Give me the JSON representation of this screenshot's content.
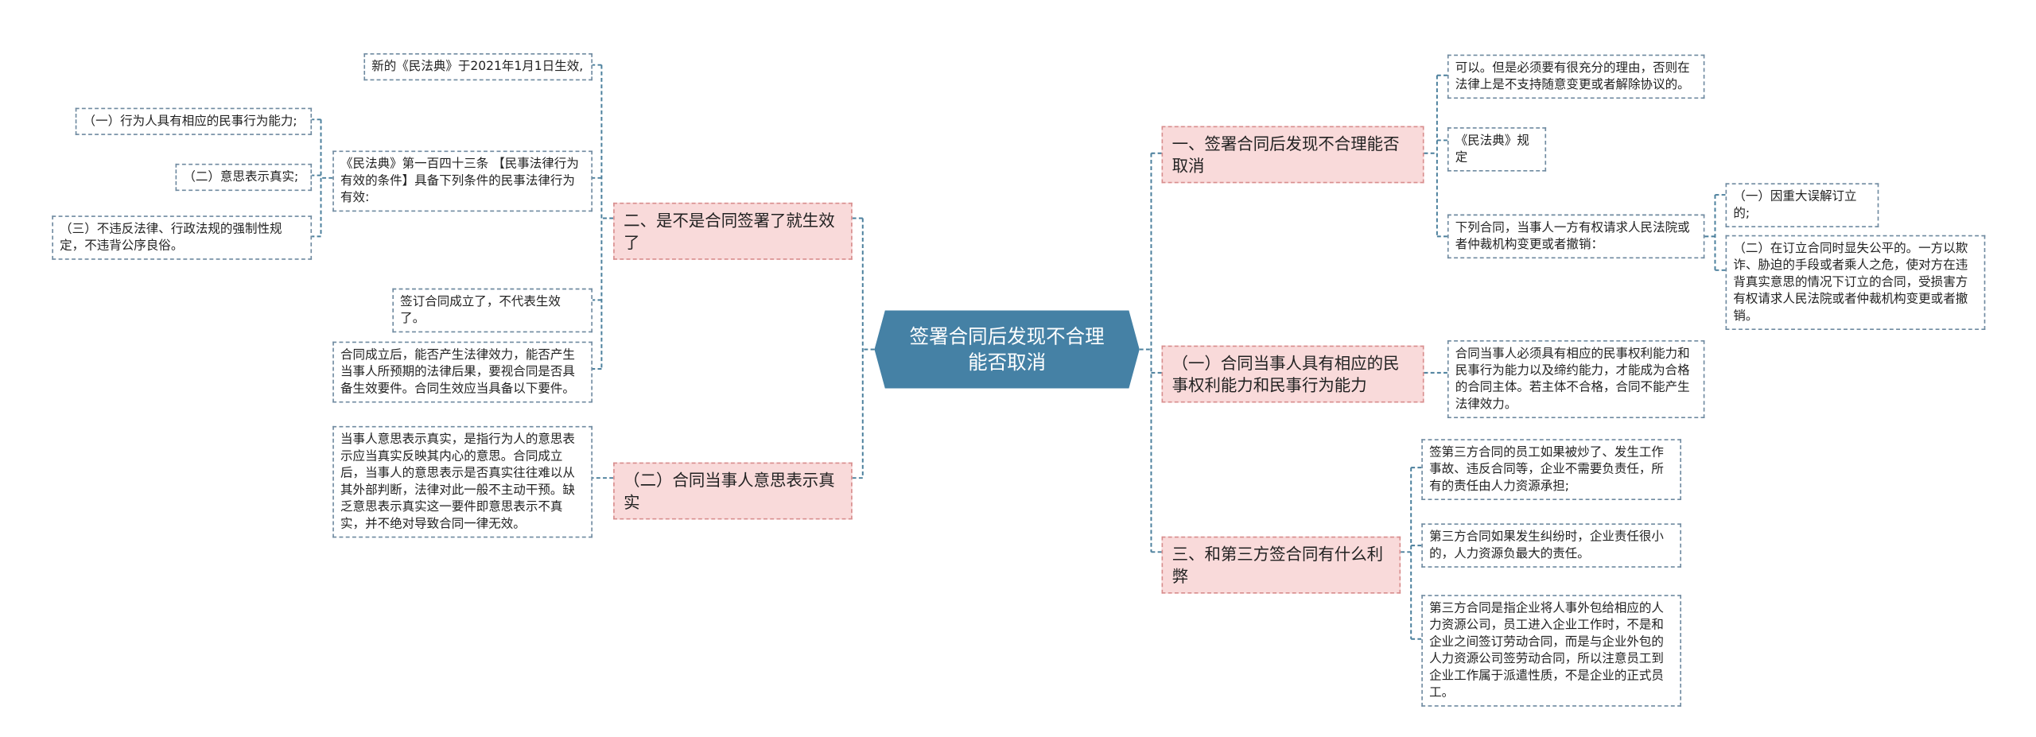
{
  "colors": {
    "root_bg": "#4581a5",
    "branch_bg": "#f9dada",
    "branch_border": "#d88d8d",
    "leaf_border": "#6f8aa0",
    "line": "#4a7f9c"
  },
  "root": {
    "label": "签署合同后发现不合理能否取消"
  },
  "branches": {
    "b1": {
      "label": "一、签署合同后发现不合理能否取消"
    },
    "b2": {
      "label": "（一）合同当事人具有相应的民事权利能力和民事行为能力"
    },
    "b3": {
      "label": "三、和第三方签合同有什么利弊"
    },
    "b4": {
      "label": "二、是不是合同签署了就生效了"
    },
    "b5": {
      "label": "（二）合同当事人意思表示真实"
    }
  },
  "leaves": {
    "r1": "可以。但是必须要有很充分的理由，否则在法律上是不支持随意变更或者解除协议的。",
    "r2": "《民法典》规定",
    "r3": "下列合同，当事人一方有权请求人民法院或者仲裁机构变更或者撤销：",
    "r3a": "（一）因重大误解订立的;",
    "r3b": "（二）在订立合同时显失公平的。一方以欺诈、胁迫的手段或者乘人之危，使对方在违背真实意思的情况下订立的合同，受损害方有权请求人民法院或者仲裁机构变更或者撤销。",
    "r4": "合同当事人必须具有相应的民事权利能力和民事行为能力以及缔约能力，才能成为合格的合同主体。若主体不合格，合同不能产生法律效力。",
    "r5": "签第三方合同的员工如果被炒了、发生工作事故、违反合同等，企业不需要负责任，所有的责任由人力资源承担;",
    "r6": "第三方合同如果发生纠纷时，企业责任很小的，人力资源负最大的责任。",
    "r7": "第三方合同是指企业将人事外包给相应的人力资源公司，员工进入企业工作时，不是和企业之间签订劳动合同，而是与企业外包的人力资源公司签劳动合同，所以注意员工到企业工作属于派遣性质，不是企业的正式员工。",
    "l1": "新的《民法典》于2021年1月1日生效,",
    "l2": "《民法典》第一百四十三条 【民事法律行为有效的条件】具备下列条件的民事法律行为有效:",
    "l2a": "（一）行为人具有相应的民事行为能力;",
    "l2b": "（二）意思表示真实;",
    "l2c": "（三）不违反法律、行政法规的强制性规定，不违背公序良俗。",
    "l3": "签订合同成立了，不代表生效了。",
    "l4": "合同成立后，能否产生法律效力，能否产生当事人所预期的法律后果，要视合同是否具备生效要件。合同生效应当具备以下要件。",
    "l5": "当事人意思表示真实，是指行为人的意思表示应当真实反映其内心的意思。合同成立后，当事人的意思表示是否真实往往难以从其外部判断，法律对此一般不主动干预。缺乏意思表示真实这一要件即意思表示不真实，并不绝对导致合同一律无效。"
  }
}
